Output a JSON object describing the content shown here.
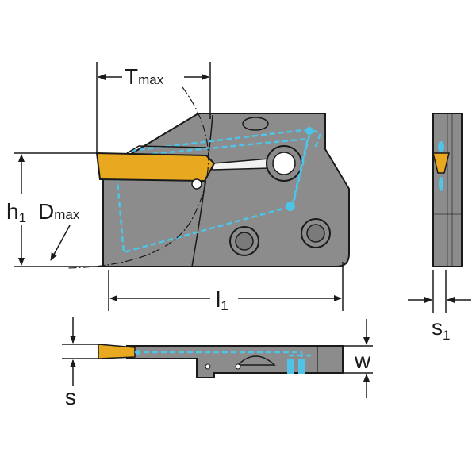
{
  "labels": {
    "t_max": {
      "main": "T",
      "sub": "max"
    },
    "h1": {
      "main": "h",
      "sub": "1"
    },
    "d_max": {
      "main": "D",
      "sub": "max"
    },
    "l1": {
      "main": "l",
      "sub": "1"
    },
    "s1": {
      "main": "s",
      "sub": "1"
    },
    "w": "w",
    "s": "s"
  },
  "colors": {
    "body_fill": "#8c8c8c",
    "body_outline": "#1a1a1a",
    "insert_fill": "#e8a920",
    "coolant_channel": "#4fc3e8",
    "dimension_line": "#1a1a1a",
    "background": "#ffffff"
  }
}
